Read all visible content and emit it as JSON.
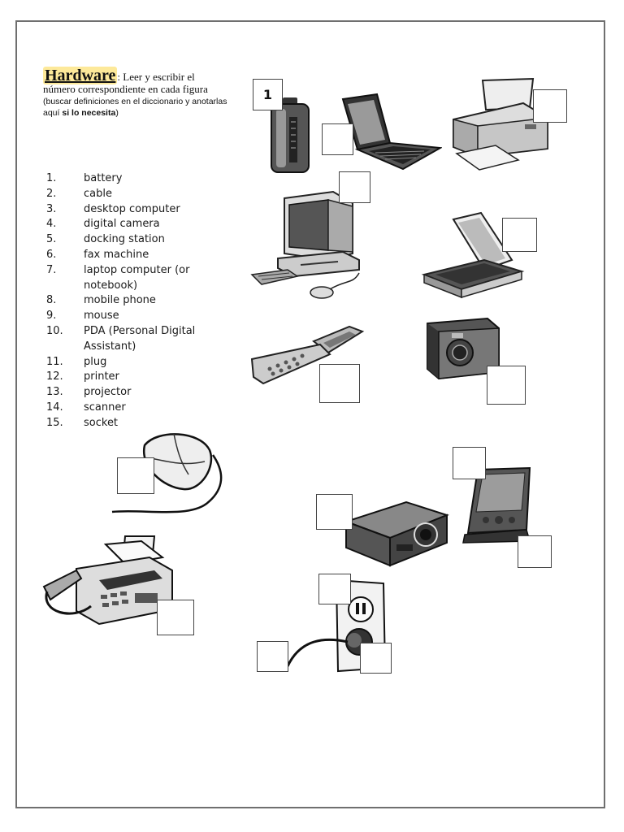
{
  "header": {
    "title": "Hardware",
    "colon": ":",
    "instruction_1": " Leer y escribir el",
    "instruction_2": "número correspondiente en cada figura",
    "note_open": "(",
    "note_text": "buscar definiciones en el diccionario y anotarlas aquí ",
    "note_bold": "si lo necesita",
    "note_close": ")"
  },
  "vocabulary": [
    {
      "num": "1.",
      "term": "battery"
    },
    {
      "num": "2.",
      "term": "cable"
    },
    {
      "num": "3.",
      "term": "desktop computer"
    },
    {
      "num": "4.",
      "term": "digital camera"
    },
    {
      "num": "5.",
      "term": "docking station"
    },
    {
      "num": "6.",
      "term": "fax machine"
    },
    {
      "num": "7.",
      "term": "laptop computer (or notebook)"
    },
    {
      "num": "8.",
      "term": "mobile phone"
    },
    {
      "num": "9.",
      "term": "mouse"
    },
    {
      "num": "10.",
      "term": "PDA (Personal Digital Assistant)"
    },
    {
      "num": "11.",
      "term": "plug"
    },
    {
      "num": "12.",
      "term": "printer"
    },
    {
      "num": "13.",
      "term": "projector"
    },
    {
      "num": "14.",
      "term": "scanner"
    },
    {
      "num": "15.",
      "term": "socket"
    }
  ],
  "example_answer": "1",
  "pictures": [
    "battery-icon",
    "laptop-icon",
    "printer-icon",
    "desktop-computer-icon",
    "scanner-icon",
    "mobile-phone-icon",
    "digital-camera-icon",
    "mouse-icon",
    "projector-icon",
    "pda-icon",
    "fax-machine-icon",
    "plug-socket-icon"
  ]
}
